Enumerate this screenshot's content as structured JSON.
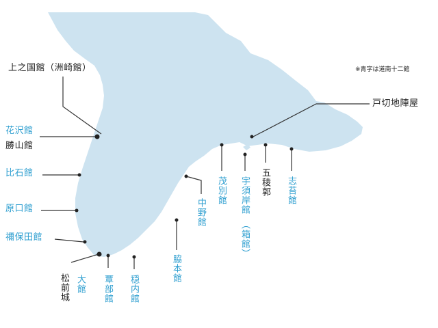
{
  "legend_note": "※青字は道南十二館",
  "colors": {
    "land": "#cde3f0",
    "blue_label": "#2f9fd0",
    "black_label": "#222222",
    "leader_line": "#333333"
  },
  "labels": {
    "kaminokuni": "上之国館（洲崎館）",
    "hanazawa": "花沢館",
    "katsuyama": "勝山館",
    "hiishi": "比石館",
    "haraguchi": "原口館",
    "nebota": "禰保田館",
    "matsumae": "松前城",
    "odate": "大館",
    "kakibe": "覃部館",
    "shinori_uchi": "穏内館",
    "wakimoto": "脇本館",
    "nakano": "中野館",
    "mobetsu": "茂別館",
    "usukeshi": "宇須岸館",
    "hakodate": "（箱館）",
    "goryokaku": "五稜郭",
    "shinori": "志苔館",
    "hekiri": "戸切地陣屋"
  }
}
